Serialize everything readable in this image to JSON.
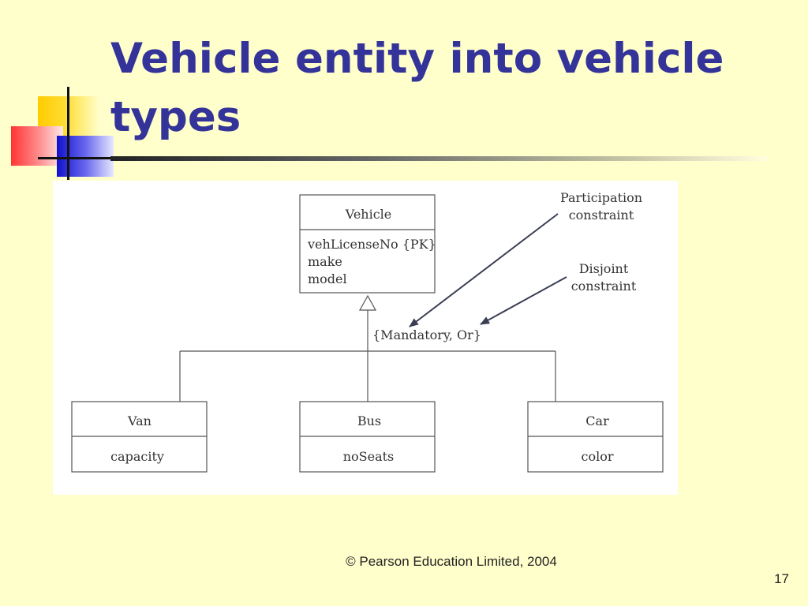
{
  "slide": {
    "title": "Vehicle entity into vehicle types",
    "footer_copyright": "© Pearson Education Limited, 2004",
    "page_number": "17"
  },
  "diagram": {
    "superclass": {
      "name": "Vehicle",
      "attributes": [
        "vehLicenseNo {PK}",
        "make",
        "model"
      ]
    },
    "constraint_label": "{Mandatory, Or}",
    "annotations": {
      "participation": [
        "Participation",
        "constraint"
      ],
      "disjoint": [
        "Disjoint",
        "constraint"
      ]
    },
    "subclasses": [
      {
        "name": "Van",
        "attribute": "capacity"
      },
      {
        "name": "Bus",
        "attribute": "noSeats"
      },
      {
        "name": "Car",
        "attribute": "color"
      }
    ]
  }
}
